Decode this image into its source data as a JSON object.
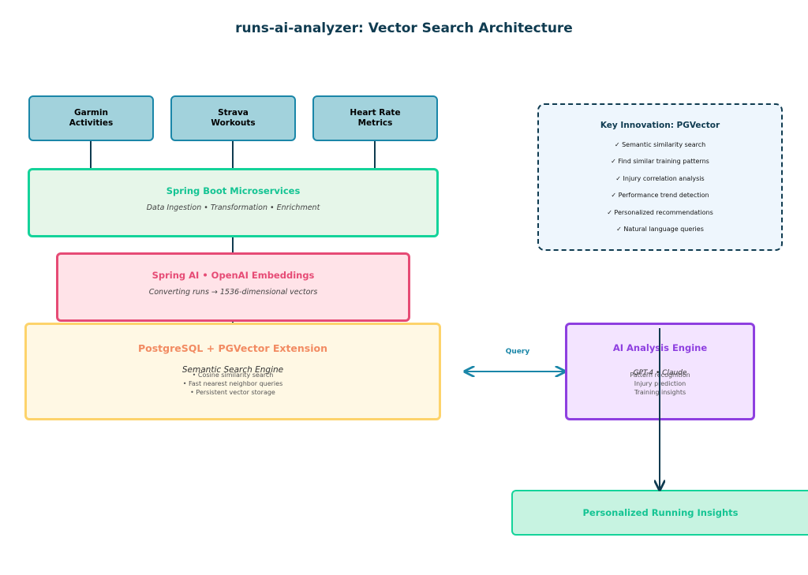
{
  "title": "runs-ai-analyzer: Vector Search Architecture",
  "sources": [
    {
      "label": "Garmin\nActivities"
    },
    {
      "label": "Strava\nWorkouts"
    },
    {
      "label": "Heart Rate\nMetrics"
    }
  ],
  "spring_boot": {
    "title": "Spring Boot Microservices",
    "subtitle": "Data Ingestion • Transformation • Enrichment"
  },
  "spring_ai": {
    "title": "Spring AI • OpenAI Embeddings",
    "subtitle": "Converting runs → 1536-dimensional vectors"
  },
  "postgres": {
    "title": "PostgreSQL + PGVector Extension",
    "subtitle": "Semantic Search Engine",
    "features": [
      "• Cosine similarity search",
      "• Fast nearest neighbor queries",
      "• Persistent vector storage"
    ]
  },
  "query_label": "Query",
  "ai_engine": {
    "title": "AI Analysis Engine",
    "subtitle": "GPT-4 • Claude",
    "features": [
      "Pattern recognition",
      "Injury prediction",
      "Training insights"
    ]
  },
  "insights": {
    "title": "Personalized Running Insights"
  },
  "innovation": {
    "title": "Key Innovation: PGVector",
    "items": [
      "✓ Semantic similarity search",
      "✓ Find similar training patterns",
      "✓ Injury correlation analysis",
      "✓ Performance trend detection",
      "✓ Personalized recommendations",
      "✓ Natural language queries"
    ]
  },
  "colors": {
    "title": "#0f3b50",
    "source_fill": "#a2d2dc",
    "source_border": "#1a86a8",
    "spring_boot_border": "#14d39a",
    "spring_boot_fill": "#e6f6e9",
    "spring_ai_border": "#e64b75",
    "spring_ai_fill": "#ffe3e8",
    "postgres_border": "#fdd36b",
    "postgres_fill": "#fff8e4",
    "postgres_title": "#f28b62",
    "ai_border": "#8e3fe0",
    "ai_fill": "#f3e4ff",
    "insights_border": "#14d39a",
    "insights_fill": "#c7f3e1",
    "query_arrow": "#1a86a8",
    "innovation_border": "#0f3b50",
    "innovation_fill": "#eef6fd"
  }
}
